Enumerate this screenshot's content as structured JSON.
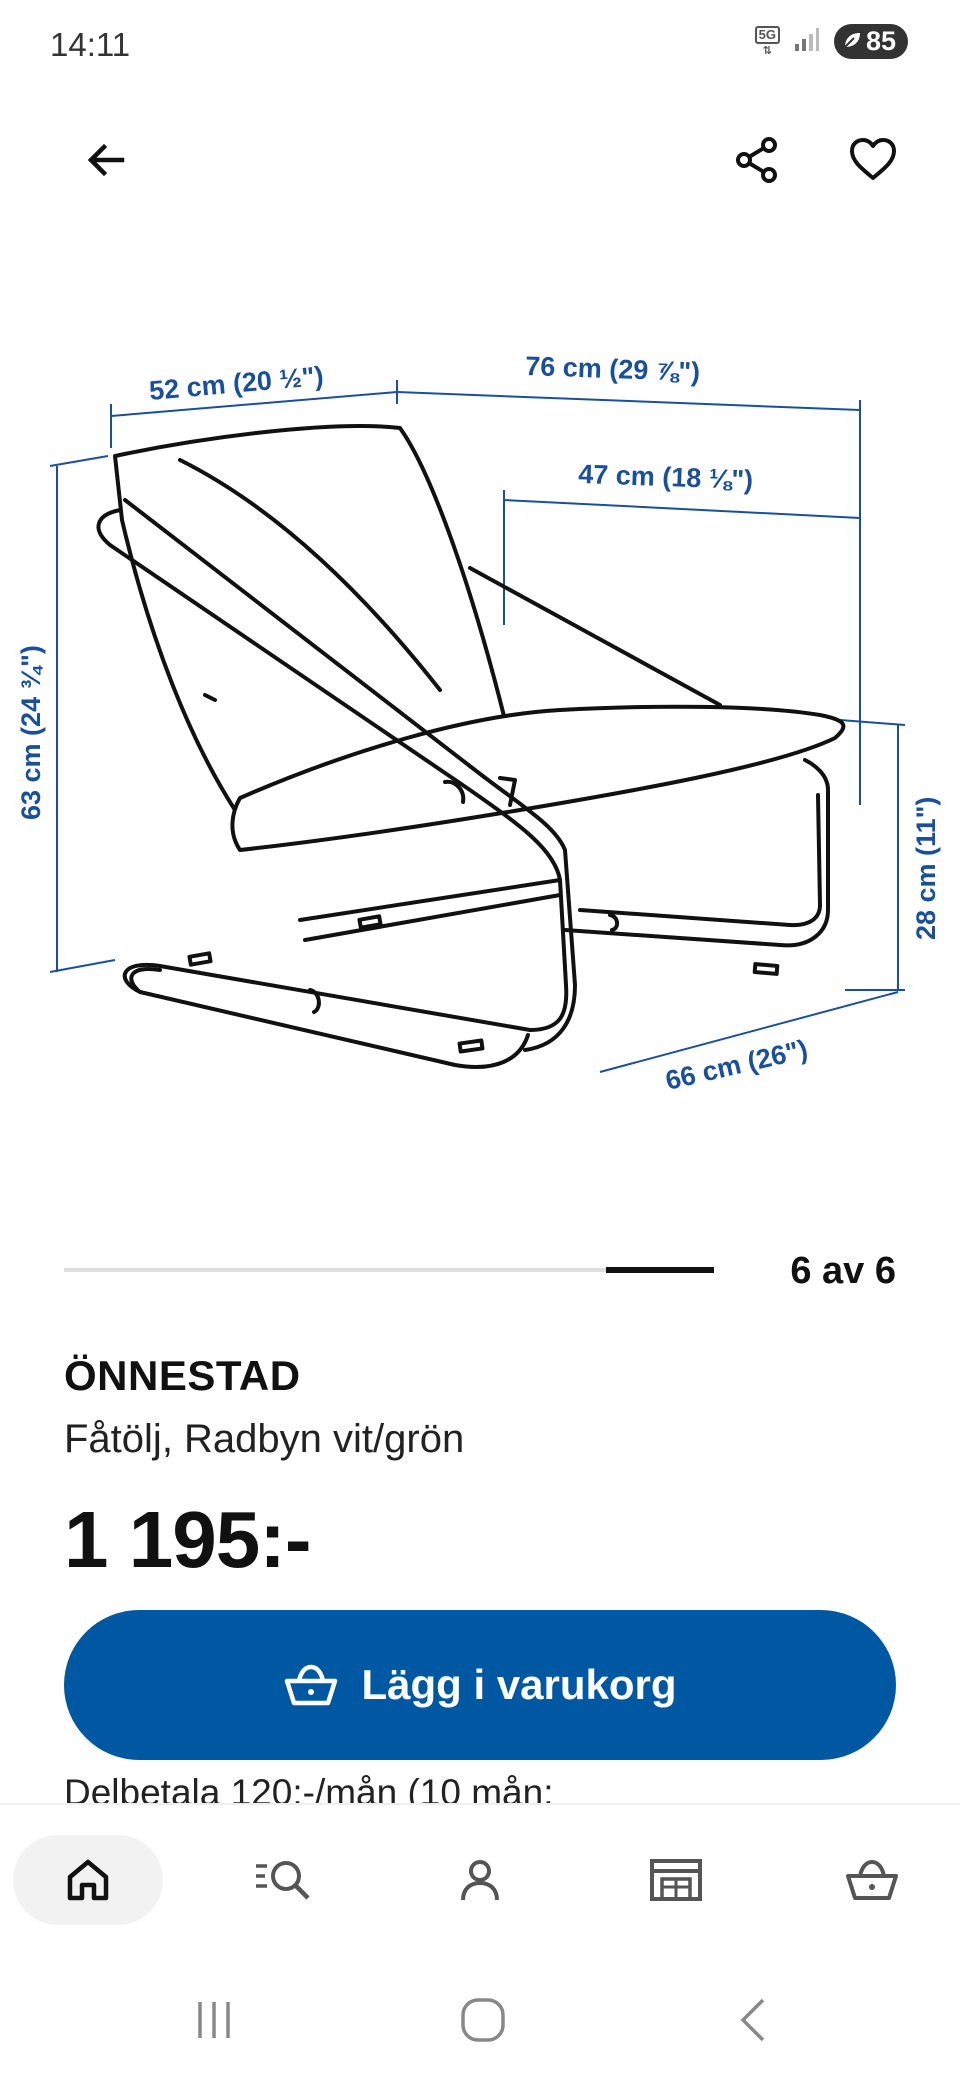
{
  "status_bar": {
    "time": "14:11",
    "network": "5G",
    "battery": "85"
  },
  "top_bar": {
    "back_icon": "arrow-left-icon",
    "share_icon": "share-icon",
    "favourite_icon": "heart-icon"
  },
  "product_image": {
    "dimensions": {
      "width": "52 cm (20 ½\")",
      "depth": "76 cm (29 ⅞\")",
      "seat_depth": "47 cm (18 ⅛\")",
      "height": "63 cm (24 ¾\")",
      "seat_height": "28 cm (11\")",
      "base_depth": "66 cm (26\")"
    },
    "accent_color": "#1a4f9c"
  },
  "gallery": {
    "label": "6 av 6",
    "current": 6,
    "total": 6
  },
  "product": {
    "name": "ÖNNESTAD",
    "description": "Fåtölj, Radbyn vit/grön",
    "price": "1 195:-"
  },
  "actions": {
    "add_to_cart_label": "Lägg i varukorg",
    "installment_text": "Delbetala 120:-/mån (10 mån:"
  },
  "bottom_nav": {
    "items": [
      {
        "icon": "home-icon",
        "active": true
      },
      {
        "icon": "search-icon",
        "active": false
      },
      {
        "icon": "profile-icon",
        "active": false
      },
      {
        "icon": "store-icon",
        "active": false
      },
      {
        "icon": "cart-icon",
        "active": false
      }
    ]
  },
  "colors": {
    "brand_blue": "#0058a3",
    "text": "#111111"
  }
}
